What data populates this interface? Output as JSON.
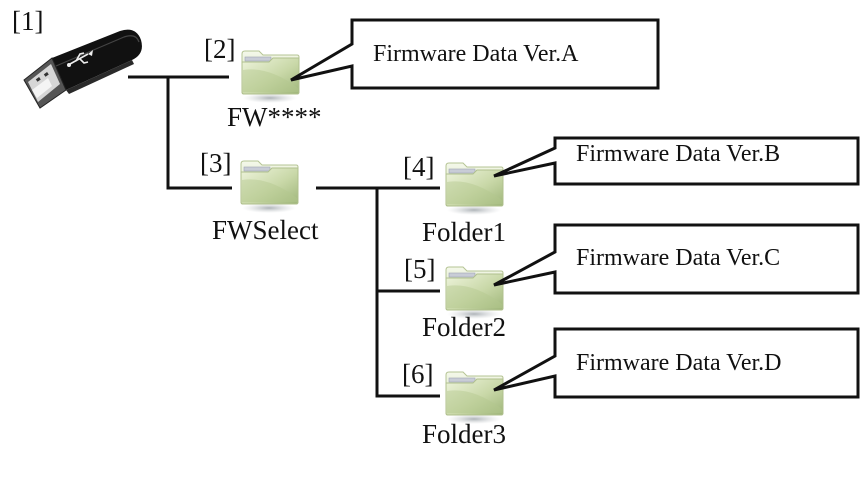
{
  "nodes": [
    {
      "id": "usb",
      "index": "[1]",
      "label": "",
      "icon": "usb-drive-icon"
    },
    {
      "id": "fw",
      "index": "[2]",
      "label": "FW****",
      "icon": "folder-icon",
      "callout": "Firmware Data Ver.A"
    },
    {
      "id": "fwselect",
      "index": "[3]",
      "label": "FWSelect",
      "icon": "folder-icon"
    },
    {
      "id": "folder1",
      "index": "[4]",
      "label": "Folder1",
      "icon": "folder-icon",
      "callout": "Firmware Data Ver.B"
    },
    {
      "id": "folder2",
      "index": "[5]",
      "label": "Folder2",
      "icon": "folder-icon",
      "callout": "Firmware Data Ver.C"
    },
    {
      "id": "folder3",
      "index": "[6]",
      "label": "Folder3",
      "icon": "folder-icon",
      "callout": "Firmware Data Ver.D"
    }
  ],
  "colors": {
    "line": "#111111",
    "folder_light": "#e4edcf",
    "folder_dark": "#a9bd86",
    "folder_border": "#b9c79b",
    "usb_body": "#111111"
  }
}
